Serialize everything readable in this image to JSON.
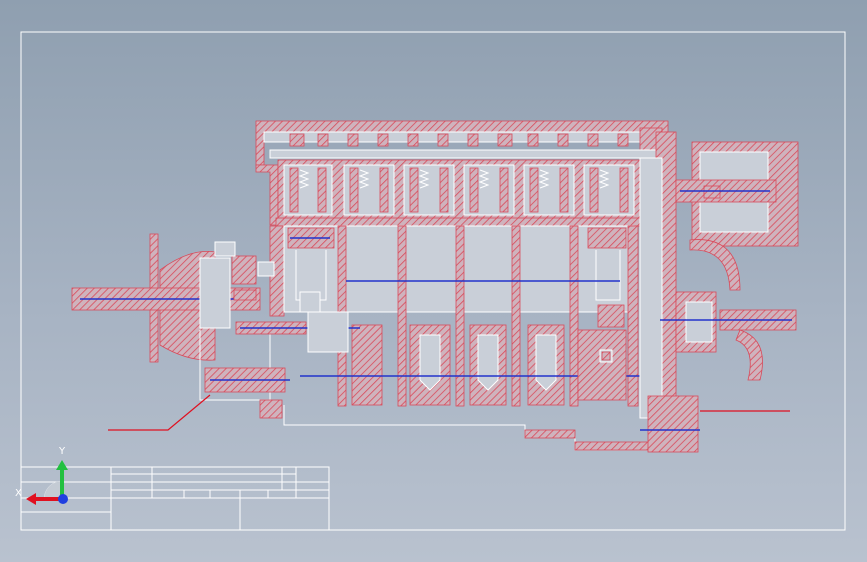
{
  "drawing": {
    "view": "cad-section-view",
    "colors": {
      "background_top": "#8f9fb0",
      "background_bottom": "#b9c2cf",
      "hatch": "#d94a5a",
      "line": "#ffffff",
      "centerline": "#2233cc",
      "leader": "#e01020"
    }
  },
  "axis_triad": {
    "x_label": "X",
    "y_label": "Y",
    "x_color": "#e01020",
    "y_color": "#22c040"
  },
  "title_block": {
    "cells": []
  }
}
